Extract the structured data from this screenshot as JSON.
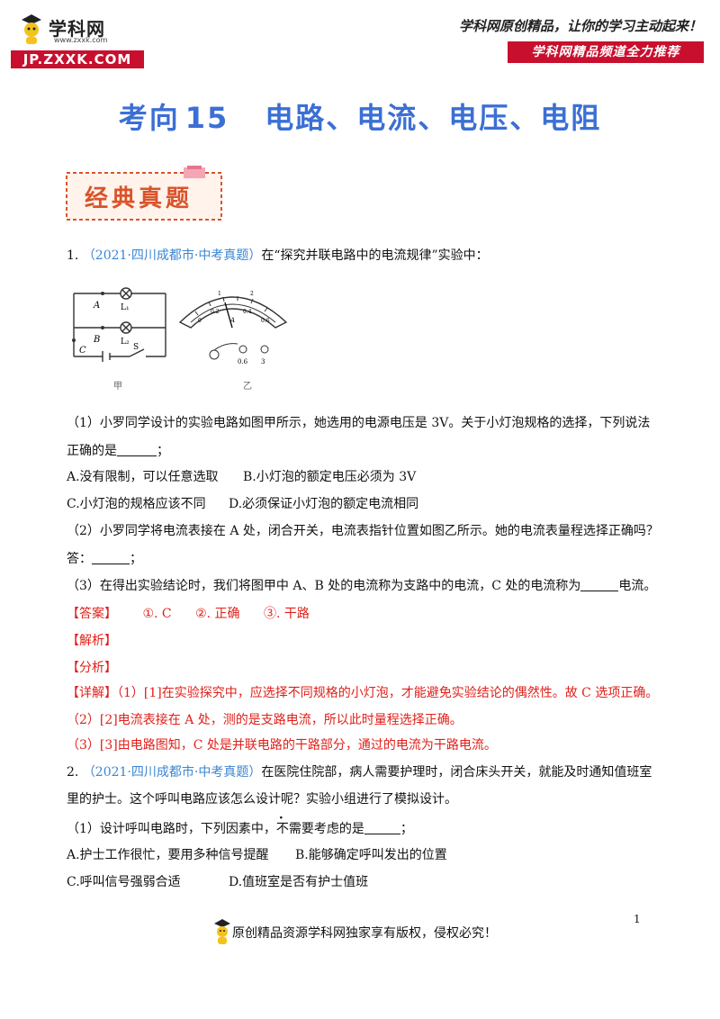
{
  "header": {
    "logo_name": "学科网",
    "logo_small_url": "www.zxxk.com",
    "logo_domain": "JP.ZXXK.COM",
    "slogan": "学科网原创精品，让你的学习主动起来！",
    "channel": "学科网精品频道全力推荐"
  },
  "title": {
    "prefix": "考向",
    "number": "15",
    "topic": "电路、电流、电压、电阻"
  },
  "banner": "经典真题",
  "q1": {
    "num": "1.",
    "source": "（2021·四川成都市·中考真题）",
    "stem": "在“探究并联电路中的电流规律”实验中：",
    "figure": {
      "label_A": "A",
      "label_B": "B",
      "label_C": "C",
      "label_L1": "L₁",
      "label_L2": "L₂",
      "label_S": "S",
      "caption_left": "甲",
      "caption_right": "乙",
      "meter_ticks": [
        "0",
        "0.2",
        "0.4",
        "0.6"
      ],
      "meter_top": [
        "1",
        "2"
      ],
      "terminals": [
        "0.6",
        "3"
      ],
      "meter_unit": "A"
    },
    "p1_line1": "（1）小罗同学设计的实验电路如图甲所示，她选用的电源电压是 3V。关于小灯泡规格的选择，下列说法",
    "p1_line2a": "正确的是",
    "p1_line2b": "；",
    "optA": "A.没有限制，可以任意选取",
    "optB": "B.小灯泡的额定电压必须为 3V",
    "optC": "C.小灯泡的规格应该不同",
    "optD": "D.必须保证小灯泡的额定电流相同",
    "p2_line1": "（2）小罗同学将电流表接在 A 处，闭合开关，电流表指针位置如图乙所示。她的电流表量程选择正确吗？",
    "p2_line2a": "答：",
    "p2_line2b": "；",
    "p3a": "（3）在得出实验结论时，我们将图甲中 A、B 处的电流称为支路中的电流，C 处的电流称为",
    "p3b": "电流。",
    "answer_label": "【答案】",
    "answer_1": "①. C",
    "answer_2": "②. 正确",
    "answer_3": "③. 干路",
    "analysis_label": "【解析】",
    "fenxi_label": "【分析】",
    "detail_label": "【详解】",
    "detail_1": "（1）[1]在实验探究中，应选择不同规格的小灯泡，才能避免实验结论的偶然性。故 C 选项正确。",
    "detail_2": "（2）[2]电流表接在 A 处，测的是支路电流，所以此时量程选择正确。",
    "detail_3": "（3）[3]由电路图知，C 处是并联电路的干路部分，通过的电流为干路电流。"
  },
  "q2": {
    "num": "2.",
    "source": "（2021·四川成都市·中考真题）",
    "stem1": "在医院住院部，病人需要护理时，闭合床头开关，就能及时通知值班室",
    "stem2": "里的护士。这个呼叫电路应该怎么设计呢？实验小组进行了模拟设计。",
    "p1a": "（1）设计呼叫电路时，下列因素中，",
    "p1_em": "不需要",
    "p1b": "考虑的是",
    "p1c": "；",
    "optA": "A.护士工作很忙，要用多种信号提醒",
    "optB": "B.能够确定呼叫发出的位置",
    "optC": "C.呼叫信号强弱合适",
    "optD": "D.值班室是否有护士值班"
  },
  "footer": {
    "text": "原创精品资源学科网独家享有版权，侵权必究！",
    "page": "1"
  },
  "colors": {
    "title": "#3b6fd4",
    "brand_red": "#c8102e",
    "answer_red": "#e0201a",
    "source_blue": "#3b86d1"
  }
}
